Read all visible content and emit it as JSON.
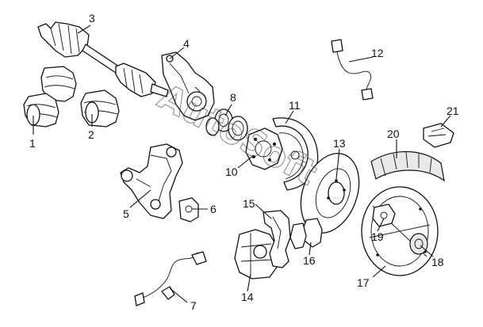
{
  "diagram": {
    "callouts": [
      "1",
      "2",
      "3",
      "4",
      "5",
      "6",
      "7",
      "8",
      "10",
      "11",
      "12",
      "13",
      "14",
      "15",
      "16",
      "17",
      "18",
      "19",
      "20",
      "21"
    ],
    "watermark": "AutoSoft"
  }
}
